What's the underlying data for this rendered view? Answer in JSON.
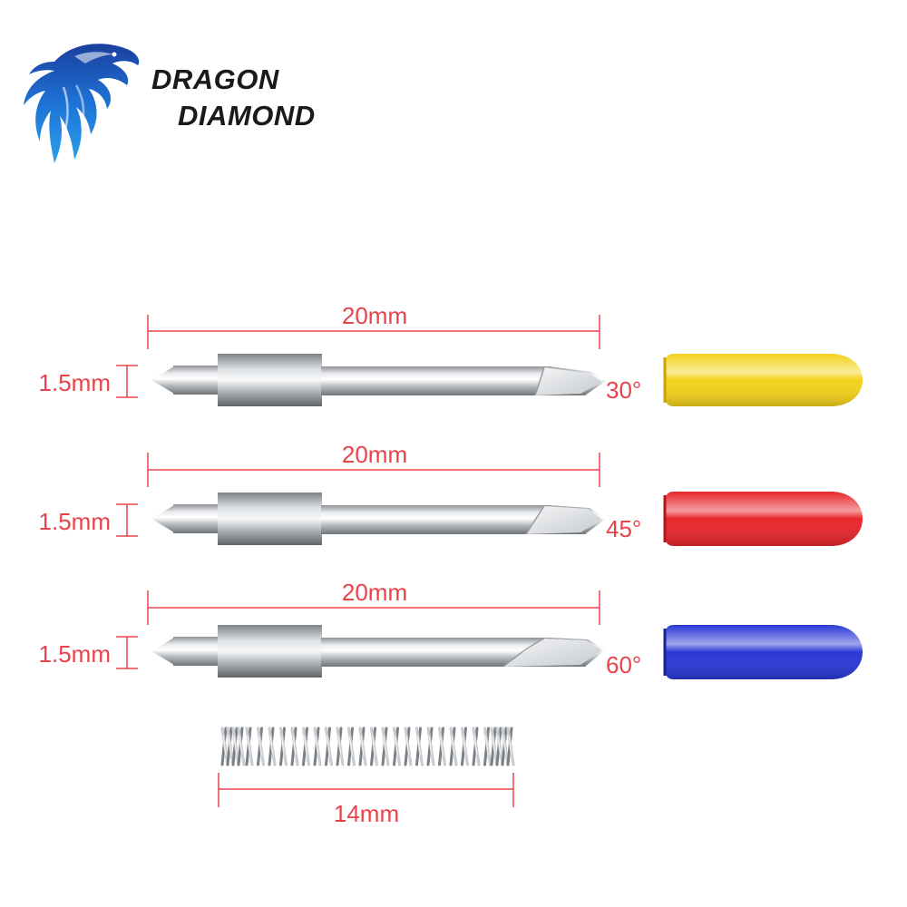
{
  "brand": {
    "line1": "DRAGON",
    "line2": "DIAMOND",
    "logo_icon": "dragon-icon"
  },
  "blades": [
    {
      "length_label": "20mm",
      "diameter_label": "1.5mm",
      "angle_label": "30°",
      "cap_color": "#f3d21a",
      "cap_dark": "#c9a400"
    },
    {
      "length_label": "20mm",
      "diameter_label": "1.5mm",
      "angle_label": "45°",
      "cap_color": "#e8262c",
      "cap_dark": "#b0151a"
    },
    {
      "length_label": "20mm",
      "diameter_label": "1.5mm",
      "angle_label": "60°",
      "cap_color": "#2a38d6",
      "cap_dark": "#1a2290"
    }
  ],
  "spring": {
    "length_label": "14mm"
  },
  "colors": {
    "dimension": "#e8434a",
    "brand_blue": "#1e6fd9",
    "steel": "#b9bdc1"
  }
}
